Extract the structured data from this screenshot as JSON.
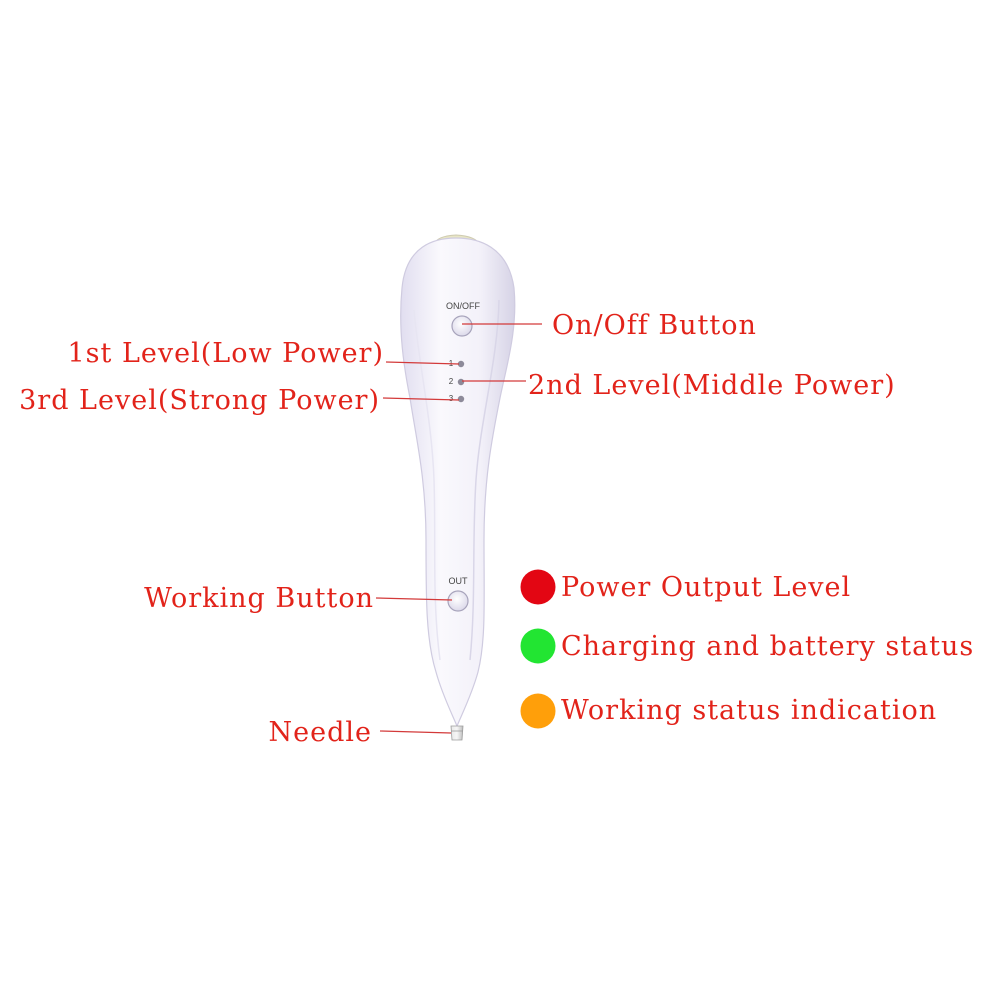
{
  "device": {
    "power_button_label": "ON/OFF",
    "working_button_label": "OUT",
    "level_numbers": [
      "1",
      "2",
      "3"
    ]
  },
  "callouts": {
    "on_off": "On/Off Button",
    "level1": "1st Level(Low Power)",
    "level2": "2nd Level(Middle Power)",
    "level3": "3rd Level(Strong Power)",
    "working": "Working Button",
    "needle": "Needle"
  },
  "legend": [
    {
      "label": "Power Output Level",
      "color": "#e30613"
    },
    {
      "label": "Charging and battery status",
      "color": "#22e532"
    },
    {
      "label": "Working status indication",
      "color": "#ff9f0a"
    }
  ],
  "colors": {
    "annotation_text": "#e2231a",
    "device_body": "#f1eff8"
  }
}
